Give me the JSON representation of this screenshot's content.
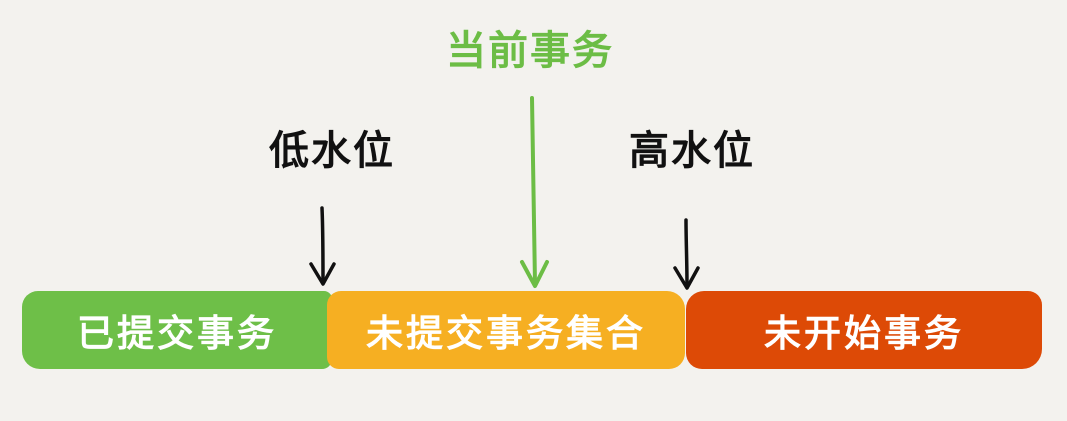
{
  "labels": {
    "current_transaction": "当前事务",
    "low_watermark": "低水位",
    "high_watermark": "高水位"
  },
  "segments": {
    "committed": "已提交事务",
    "uncommitted": "未提交事务集合",
    "not_started": "未开始事务"
  },
  "colors": {
    "background": "#f3f2ee",
    "committed": "#6ebf48",
    "uncommitted": "#f6af22",
    "not_started": "#dd4a06",
    "current_arrow": "#6cbd45",
    "watermark_arrow": "#111111"
  }
}
